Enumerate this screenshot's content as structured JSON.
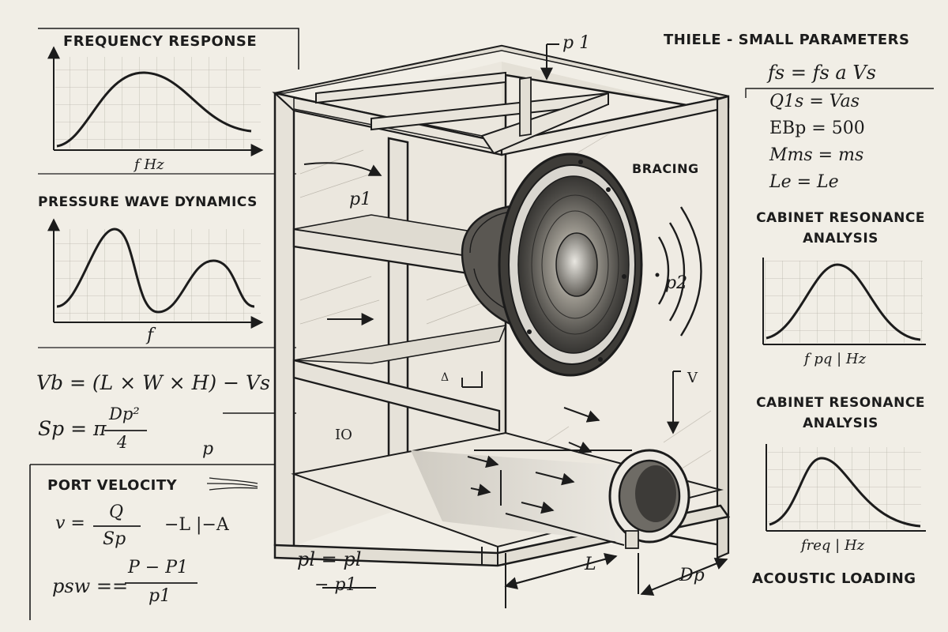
{
  "panels": {
    "frequency_response": {
      "title": "FREQUENCY RESPONSE",
      "xlabel": "f Hz"
    },
    "pressure_wave": {
      "title": "PRESSURE WAVE DYNAMICS",
      "xlabel": "f"
    },
    "resonance_1": {
      "title_line1": "CABINET RESONANCE",
      "title_line2": "ANALYSIS",
      "xlabel": "f pq | Hz"
    },
    "resonance_2": {
      "title_line1": "CABINET RESONANCE",
      "title_line2": "ANALYSIS",
      "xlabel": "freq | Hz"
    },
    "acoustic_loading": {
      "title": "ACOUSTIC LOADING"
    }
  },
  "thiele_small": {
    "title": "THIELE - SMALL PARAMETERS",
    "eq1": "fs = fs a Vs",
    "eq2": "Q1s = Vas",
    "eq3": "EBp = 500",
    "eq4": "Mms = ms",
    "eq5": "Le = Le"
  },
  "formulas": {
    "vb": "Vb = (L × W × H) − Vs",
    "sp_left": "Sp = π",
    "sp_num": "Dp²",
    "sp_den": "4",
    "p_label": "p"
  },
  "port_velocity": {
    "title": "PORT VELOCITY",
    "v_left": "v =",
    "v_num": "Q",
    "v_den": "Sp",
    "v_right": "−L |−A",
    "psw_left": "psw ==",
    "psw_num": "P − P1",
    "psw_den": "p1"
  },
  "diagram": {
    "bracing": "BRACING",
    "p1_top": "p 1",
    "p1_inner": "p1",
    "p2": "p2",
    "v_label": "V",
    "io_label": "IO",
    "delta_label": "Δ",
    "bottom_eq_1": "pl = pl",
    "bottom_eq_2": "− p1",
    "L_label": "L",
    "Dp_label": "Dp"
  }
}
